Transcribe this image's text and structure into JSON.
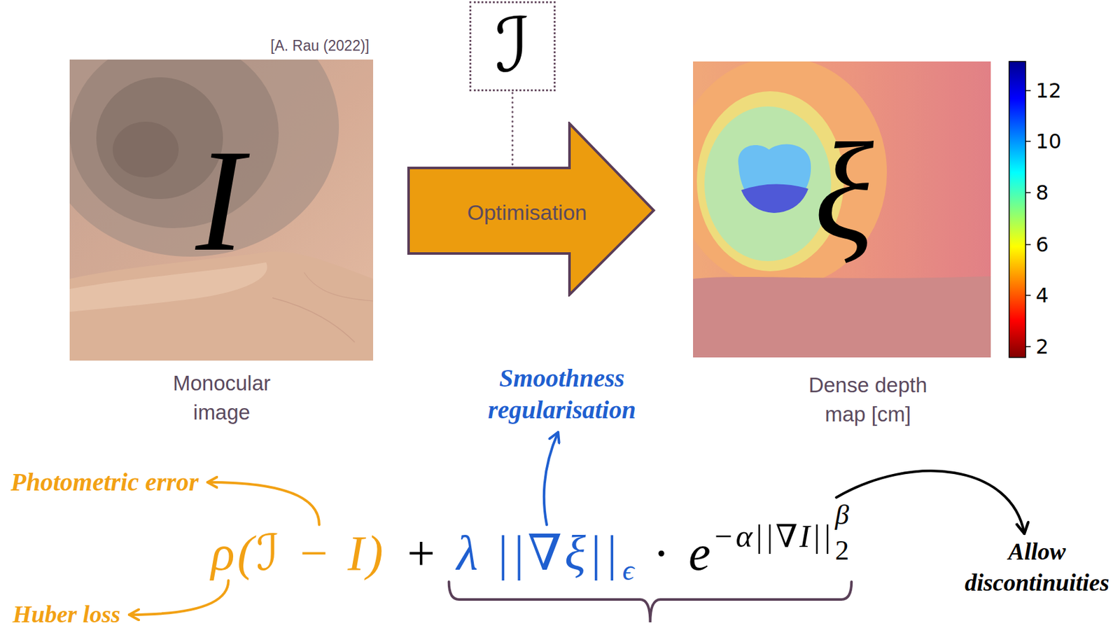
{
  "diagram": {
    "nodes": [
      {
        "text": [
          "I",
          "Monocular image"
        ]
      },
      {
        "text": [
          "ℐ"
        ]
      },
      {
        "text": [
          "Optimisation"
        ]
      },
      {
        "text": [
          "ξ",
          "Dense depth map [cm]"
        ]
      }
    ],
    "edges": [
      {
        "from": 1,
        "to": 2,
        "arrow": "none"
      }
    ],
    "labels": [
      "[A. Rau (2022)]",
      "Smoothness regularisation",
      "Photometric error",
      "Huber loss",
      "Allow discontinuities",
      "ρ(ℐ − I)",
      "+",
      "λ ||∇ξ||",
      "ϵ",
      "·",
      "e",
      "−α||∇I||",
      "β",
      "2",
      "12",
      "10",
      "8",
      "6",
      "4",
      "2"
    ]
  }
}
